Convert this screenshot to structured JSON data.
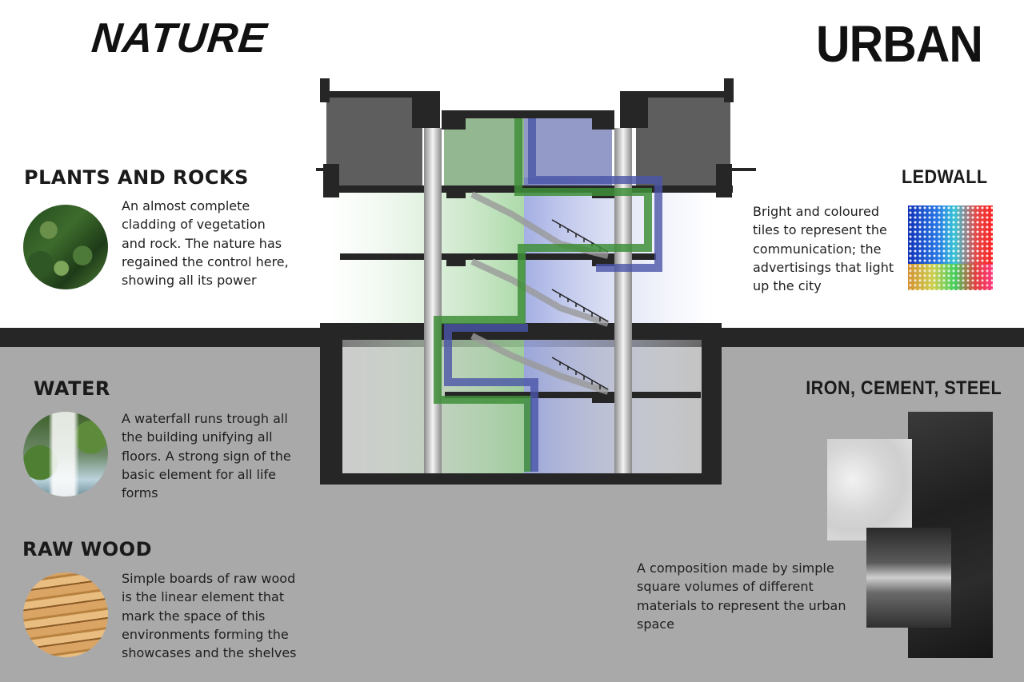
{
  "header": {
    "nature_title": "NATURE",
    "urban_title": "URBAN"
  },
  "left": {
    "plants": {
      "heading": "PLANTS AND ROCKS",
      "lines": [
        "An almost complete",
        "cladding of vegetation",
        "and rock. The nature has",
        "regained the control here,",
        "showing all its power"
      ]
    },
    "water": {
      "heading": "WATER",
      "lines": [
        "A waterfall runs trough all",
        "the building unifying all",
        "floors. A strong sign of the",
        "basic element for all life",
        "forms"
      ]
    },
    "wood": {
      "heading": "RAW WOOD",
      "lines": [
        "Simple boards of raw wood",
        "is  the linear element that",
        "mark the space of this",
        "environments forming the",
        "showcases and the shelves"
      ]
    }
  },
  "right": {
    "ledwall": {
      "heading": "LEDWALL",
      "lines": [
        "Bright and coloured",
        "tiles to represent the",
        "communication; the",
        "advertisings that light",
        "up the city"
      ]
    },
    "materials": {
      "heading": "IRON, CEMENT, STEEL",
      "lines": [
        "A composition made by simple",
        "square volumes of different",
        "materials to represent the urban",
        "space"
      ]
    }
  },
  "colors": {
    "nature_green": "#3f8f3a",
    "urban_blue": "#4a55a8",
    "ground": "#a9a9a9",
    "structure": "#262626"
  }
}
